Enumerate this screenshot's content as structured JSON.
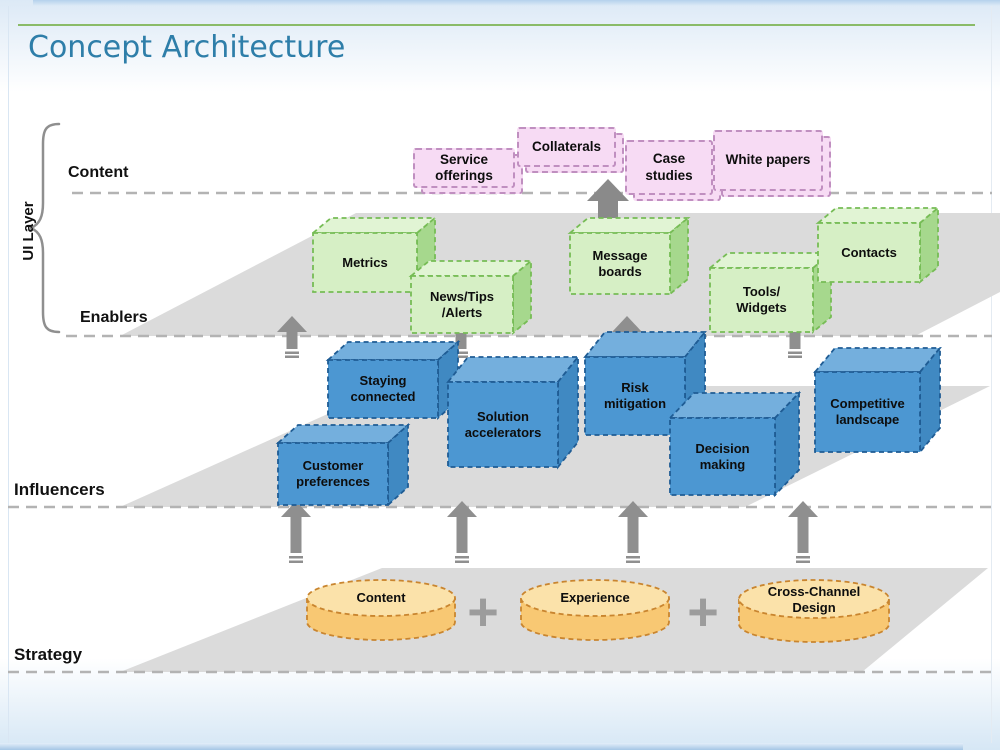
{
  "title": "Concept Architecture",
  "ui_layer": {
    "label": "UI Layer"
  },
  "layer_labels": {
    "content": "Content",
    "enablers": "Enablers",
    "influencers": "Influencers",
    "strategy": "Strategy"
  },
  "content_boxes": [
    {
      "name": "service-offerings",
      "line1": "Service",
      "line2": "offerings"
    },
    {
      "name": "collaterals",
      "line1": "Collaterals",
      "line2": ""
    },
    {
      "name": "case-studies",
      "line1": "Case",
      "line2": "studies"
    },
    {
      "name": "white-papers",
      "line1": "White papers",
      "line2": ""
    }
  ],
  "enabler_boxes": [
    {
      "name": "metrics",
      "line1": "Metrics",
      "line2": ""
    },
    {
      "name": "news-tips-alerts",
      "line1": "News/Tips",
      "line2": "/Alerts"
    },
    {
      "name": "message-boards",
      "line1": "Message",
      "line2": "boards"
    },
    {
      "name": "tools-widgets",
      "line1": "Tools/",
      "line2": "Widgets"
    },
    {
      "name": "contacts",
      "line1": "Contacts",
      "line2": ""
    }
  ],
  "influencer_cubes": [
    {
      "name": "staying-connected",
      "line1": "Staying",
      "line2": "connected"
    },
    {
      "name": "customer-preferences",
      "line1": "Customer",
      "line2": "preferences"
    },
    {
      "name": "solution-accelerators",
      "line1": "Solution",
      "line2": "accelerators"
    },
    {
      "name": "risk-mitigation",
      "line1": "Risk",
      "line2": "mitigation"
    },
    {
      "name": "decision-making",
      "line1": "Decision",
      "line2": "making"
    },
    {
      "name": "competitive-landscape",
      "line1": "Competitive",
      "line2": "landscape"
    }
  ],
  "strategy_cylinders": [
    {
      "name": "content",
      "line1": "Content",
      "line2": ""
    },
    {
      "name": "experience",
      "line1": "Experience",
      "line2": ""
    },
    {
      "name": "cross-channel-design",
      "line1": "Cross-Channel",
      "line2": "Design"
    }
  ],
  "operators": {
    "plus": "+"
  },
  "colors": {
    "title": "#2E7EA9",
    "accent_rule": "#8ABB68",
    "plane_gray": "#DBDBDB",
    "arrow_gray": "#8F8F8F",
    "content_box_fill": "#F7DBF4",
    "content_box_border": "#C08FC0",
    "enabler_front": "#D6EFC5",
    "enabler_top": "#E1F4D4",
    "enabler_side": "#A6D88D",
    "enabler_border": "#76BC55",
    "cube_front": "#4C97D2",
    "cube_top": "#74AFDD",
    "cube_side": "#4089C2",
    "cube_border": "#1F5C94",
    "cylinder_body": "#F8C873",
    "cylinder_top": "#FBE2AA",
    "cylinder_border": "#C9852F",
    "plus_gray": "#9C9C9C"
  }
}
